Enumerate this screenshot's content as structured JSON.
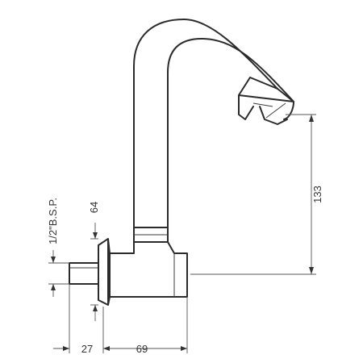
{
  "drawing": {
    "subject": "wall-mounted tap with swivel spout",
    "line_color": "#2b2b2b",
    "background": "#ffffff"
  },
  "dimensions": {
    "spout_height": "133",
    "thread": "1/2\"B.S.P.",
    "flange_offset": "64",
    "thread_length": "27",
    "body_length": "69"
  }
}
